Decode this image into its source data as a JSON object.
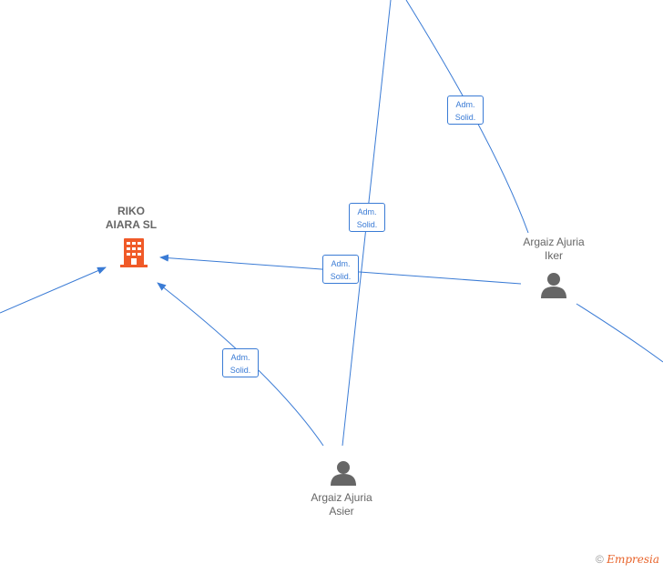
{
  "nodes": {
    "company": {
      "name_line1": "RIKO",
      "name_line2": "AIARA  SL",
      "icon": "building-icon",
      "color": "#f05a28"
    },
    "person_iker": {
      "name_line1": "Argaiz Ajuria",
      "name_line2": "Iker",
      "icon": "person-icon"
    },
    "person_asier": {
      "name_line1": "Argaiz Ajuria",
      "name_line2": "Asier",
      "icon": "person-icon"
    }
  },
  "edges": [
    {
      "role_line1": "Adm.",
      "role_line2": "Solid."
    },
    {
      "role_line1": "Adm.",
      "role_line2": "Solid."
    },
    {
      "role_line1": "Adm.",
      "role_line2": "Solid."
    },
    {
      "role_line1": "Adm.",
      "role_line2": "Solid."
    }
  ],
  "colors": {
    "edge": "#3a7bd5",
    "person": "#666666",
    "company": "#f05a28"
  },
  "footer": {
    "copyright": "©",
    "brand": "Empresia"
  }
}
